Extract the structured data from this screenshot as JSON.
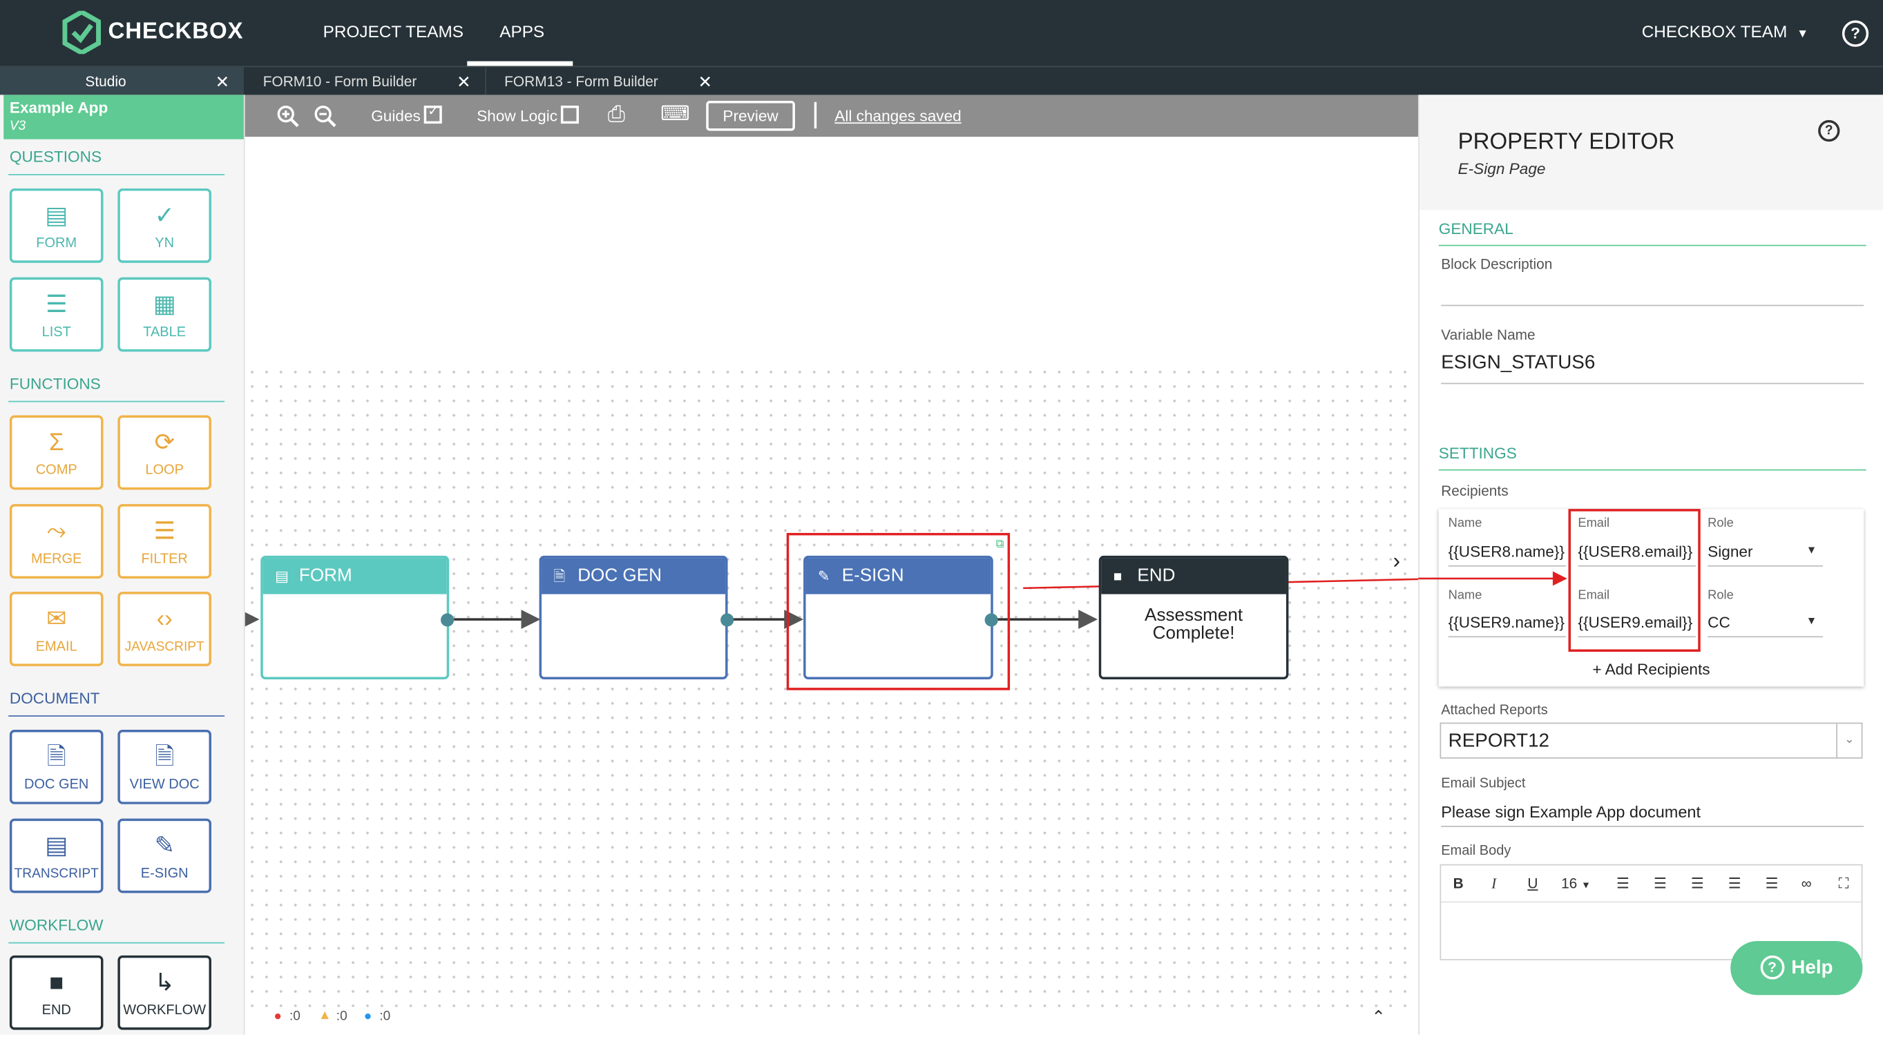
{
  "brand": {
    "name": "CHECKBOX",
    "color": "#5fca93"
  },
  "nav": {
    "project_teams": "PROJECT TEAMS",
    "apps": "APPS",
    "team": "CHECKBOX TEAM",
    "help": "?"
  },
  "tabs": [
    {
      "label": "Studio"
    },
    {
      "label": "FORM10 - Form Builder"
    },
    {
      "label": "FORM13 - Form Builder"
    }
  ],
  "app": {
    "name": "Example App",
    "version": "V3"
  },
  "palette": {
    "questions_title": "QUESTIONS",
    "questions": [
      "FORM",
      "YN",
      "LIST",
      "TABLE"
    ],
    "functions_title": "FUNCTIONS",
    "functions": [
      "COMP",
      "LOOP",
      "MERGE",
      "FILTER",
      "EMAIL",
      "JAVASCRIPT"
    ],
    "document_title": "DOCUMENT",
    "document": [
      "DOC GEN",
      "VIEW DOC",
      "TRANSCRIPT",
      "E-SIGN"
    ],
    "workflow_title": "WORKFLOW",
    "workflow": [
      "END",
      "WORKFLOW"
    ]
  },
  "toolbar": {
    "guides": "Guides",
    "show_logic": "Show Logic",
    "preview": "Preview",
    "saved": "All changes saved"
  },
  "canvas": {
    "nodes": [
      {
        "label": "FORM",
        "color": "#5cc9c0"
      },
      {
        "label": "DOC GEN",
        "color": "#4a72b5"
      },
      {
        "label": "E-SIGN",
        "color": "#4a72b5"
      },
      {
        "label": "END",
        "color": "#263238",
        "body_line1": "Assessment",
        "body_line2": "Complete!"
      }
    ],
    "highlight_color": "#e02020"
  },
  "status": {
    "errors": ":0",
    "warnings": ":0",
    "info": ":0"
  },
  "property_editor": {
    "title": "PROPERTY EDITOR",
    "subtitle": "E-Sign Page",
    "general": "GENERAL",
    "block_description_label": "Block Description",
    "variable_name_label": "Variable Name",
    "variable_name": "ESIGN_STATUS6",
    "settings": "SETTINGS",
    "recipients_label": "Recipients",
    "recipients": [
      {
        "name_label": "Name",
        "name": "{{USER8.name}}",
        "email_label": "Email",
        "email": "{{USER8.email}}",
        "role_label": "Role",
        "role": "Signer"
      },
      {
        "name_label": "Name",
        "name": "{{USER9.name}}",
        "email_label": "Email",
        "email": "{{USER9.email}}",
        "role_label": "Role",
        "role": "CC"
      }
    ],
    "add_recipients": "+ Add Recipients",
    "attached_reports_label": "Attached Reports",
    "attached_report": "REPORT12",
    "email_subject_label": "Email Subject",
    "email_subject": "Please sign Example App document",
    "email_body_label": "Email Body",
    "font_size": "16",
    "help": "Help"
  }
}
